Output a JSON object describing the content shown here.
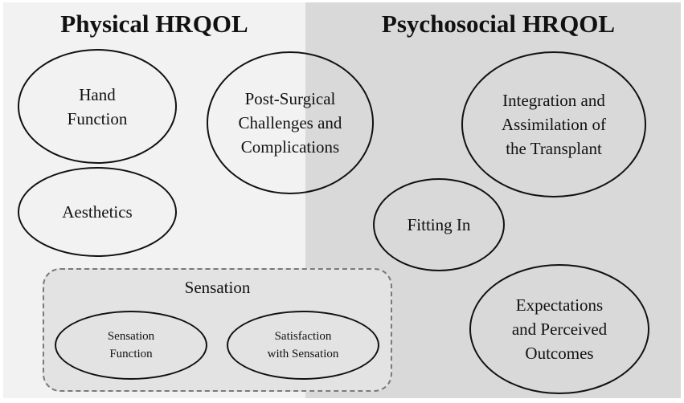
{
  "headings": {
    "physical": "Physical HRQOL",
    "psychosocial": "Psychosocial HRQOL"
  },
  "nodes": {
    "hand_function": "Hand\nFunction",
    "aesthetics": "Aesthetics",
    "post_surgical": "Post-Surgical\nChallenges and\nComplications",
    "integration": "Integration and\nAssimilation of\nthe Transplant",
    "fitting_in": "Fitting In",
    "expectations": "Expectations\nand Perceived\nOutcomes"
  },
  "sensation_group": {
    "label": "Sensation",
    "sensation_function": "Sensation\nFunction",
    "satisfaction": "Satisfaction\nwith Sensation"
  },
  "colors": {
    "physical_panel": "#f2f2f2",
    "psychosocial_panel": "#d9d9d9",
    "outline": "#111111",
    "dashed_border": "#7a7a7a"
  }
}
